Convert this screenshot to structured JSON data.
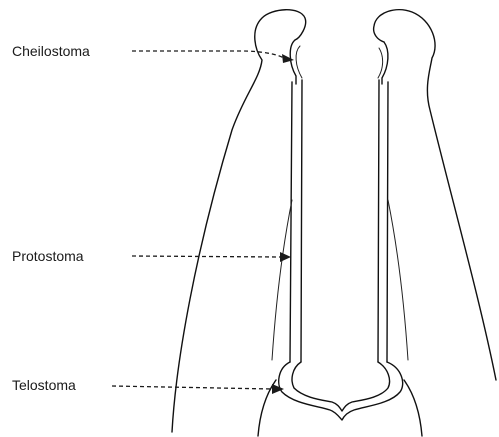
{
  "labels": {
    "cheilostoma": "Cheilostoma",
    "protostoma": "Protostoma",
    "telostoma": "Telostoma"
  },
  "colors": {
    "line": "#111111",
    "background": "#ffffff"
  }
}
